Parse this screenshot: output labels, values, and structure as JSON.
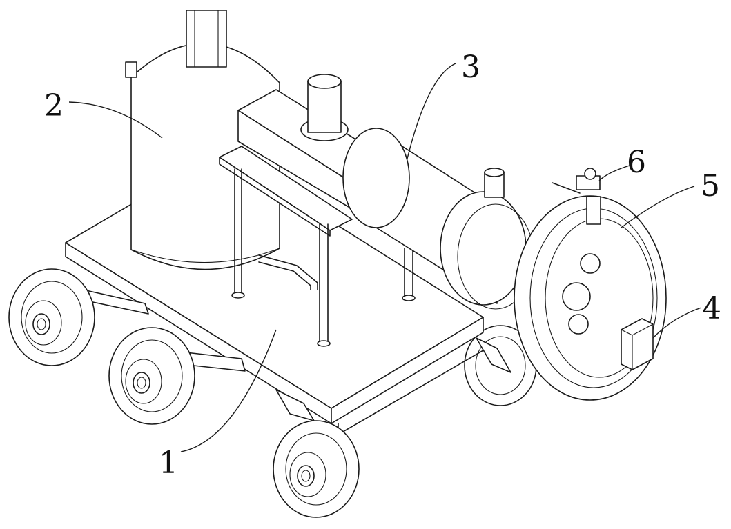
{
  "labels": {
    "base": "1",
    "tank": "2",
    "cylinder": "3",
    "control_box": "4",
    "ring_assembly": "5",
    "clamp": "6"
  },
  "colors": {
    "ink": "#1a1a1a",
    "paper": "#ffffff"
  }
}
